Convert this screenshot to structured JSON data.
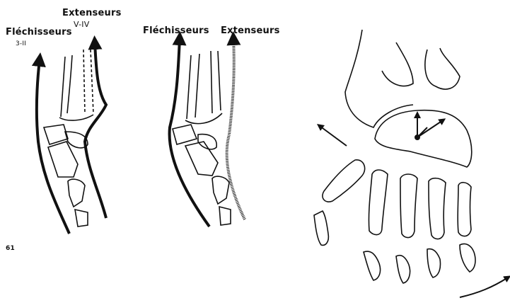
{
  "panel_left": {
    "label_flexors": "Fléchisseurs",
    "label_flexors_digits": "3-II",
    "label_extensors": "Extenseurs",
    "label_extensors_digits": "V-IV"
  },
  "panel_middle": {
    "label_flexors": "Fléchisseurs",
    "label_extensors": "Extenseurs"
  },
  "figure_number": "61",
  "colors": {
    "ink": "#111111",
    "background": "#ffffff"
  }
}
